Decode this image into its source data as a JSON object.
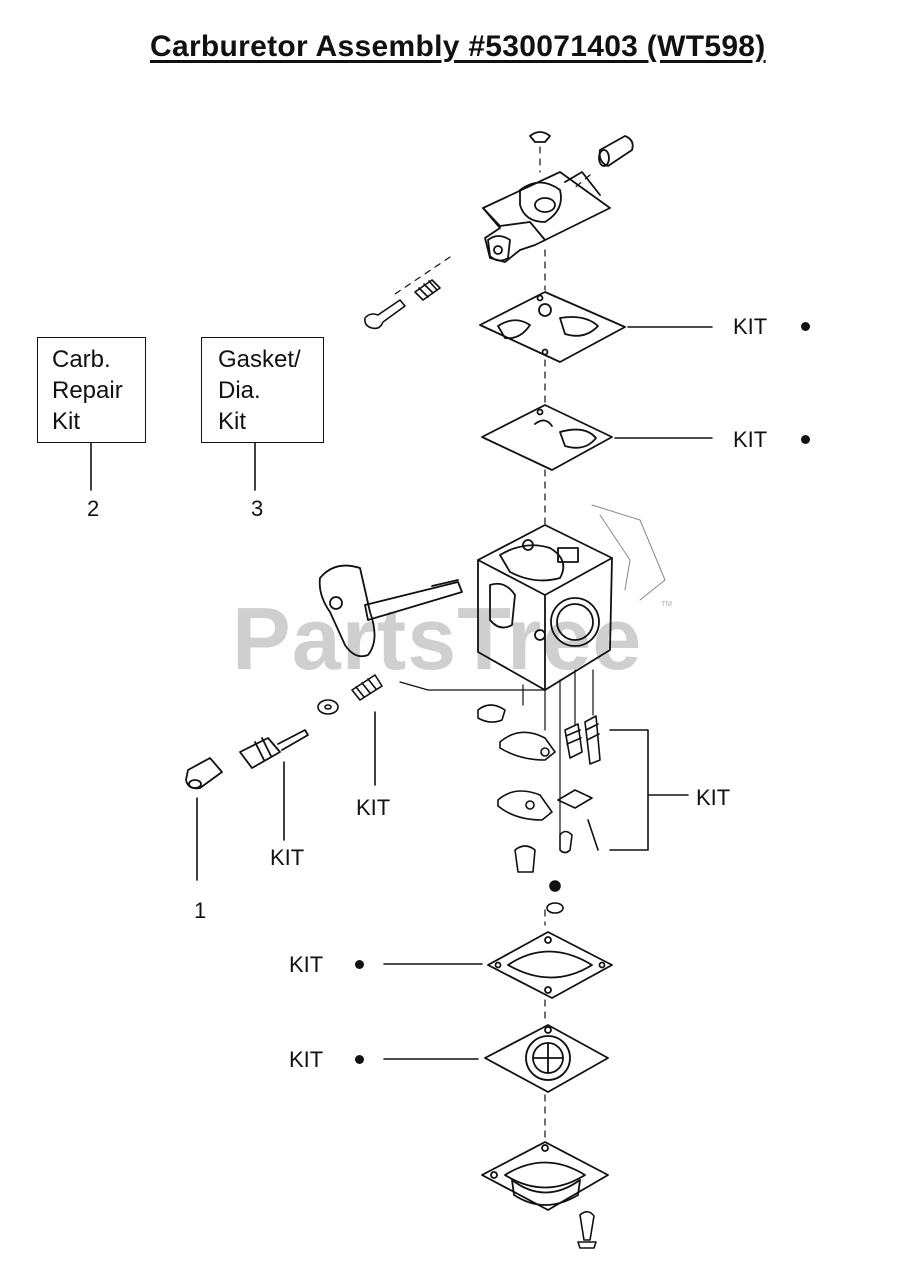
{
  "title": "Carburetor Assembly  #530071403 (WT598)",
  "watermark": "PartsTree",
  "watermark_tm": "™",
  "boxes": {
    "carb_repair_kit": [
      "Carb.",
      "Repair",
      "Kit"
    ],
    "gasket_dia_kit": [
      "Gasket/",
      "Dia.",
      "Kit"
    ]
  },
  "callouts": {
    "item1": "1",
    "item2": "2",
    "item3": "3"
  },
  "kit_labels": {
    "top_gasket": "KIT",
    "top_diaphragm": "KIT",
    "spring_left": "KIT",
    "needle_left": "KIT",
    "metering_group": "KIT",
    "lower_gasket": "KIT",
    "lower_diaphragm": "KIT"
  },
  "colors": {
    "line": "#111111",
    "watermark": "#cfcfcf"
  }
}
